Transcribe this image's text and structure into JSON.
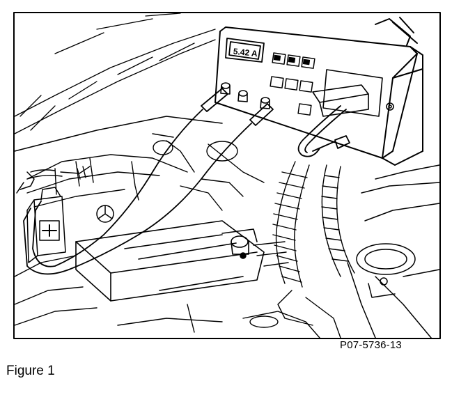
{
  "figure": {
    "display_reading": "5.42 A",
    "reference_code": "P07-5736-13",
    "caption": "Figure 1"
  }
}
